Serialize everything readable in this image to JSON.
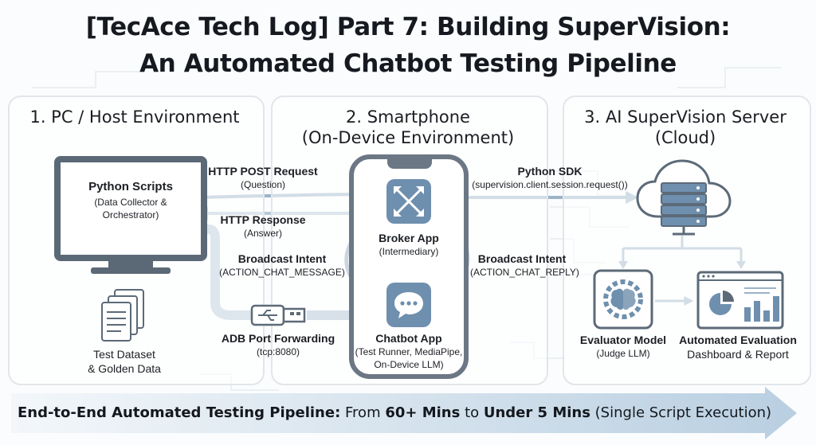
{
  "title": {
    "line1": "[TecAce Tech Log] Part 7: Building SuperVision:",
    "line2": "An Automated Chatbot Testing Pipeline"
  },
  "panels": {
    "pc": {
      "title": "1. PC / Host Environment"
    },
    "phone": {
      "title_line1": "2. Smartphone",
      "title_line2": "(On-Device Environment)"
    },
    "cloud": {
      "title_line1": "3. AI SuperVision Server",
      "title_line2": "(Cloud)"
    }
  },
  "pc": {
    "scripts_title": "Python Scripts",
    "scripts_sub1": "(Data Collector &",
    "scripts_sub2": "Orchestrator)",
    "dataset_line1": "Test Dataset",
    "dataset_line2": "& Golden Data"
  },
  "phone": {
    "broker_title": "Broker App",
    "broker_sub": "(Intermediary)",
    "chatbot_title": "Chatbot App",
    "chatbot_sub1": "(Test Runner, MediaPipe,",
    "chatbot_sub2": "On-Device LLM)"
  },
  "arrows": {
    "http_post_title": "HTTP POST Request",
    "http_post_sub": "(Question)",
    "http_resp_title": "HTTP Response",
    "http_resp_sub": "(Answer)",
    "bcast_left_title": "Broadcast Intent",
    "bcast_left_sub": "(ACTION_CHAT_MESSAGE)",
    "adb_title": "ADB Port Forwarding",
    "adb_sub": "(tcp:8080)",
    "sdk_title": "Python SDK",
    "sdk_sub": "(supervision.client.session.request())",
    "bcast_right_title": "Broadcast Intent",
    "bcast_right_sub": "(ACTION_CHAT_REPLY)"
  },
  "cloud": {
    "evaluator_title": "Evaluator Model",
    "evaluator_sub": "(Judge LLM)",
    "dashboard_title": "Automated Evaluation",
    "dashboard_sub": "Dashboard & Report"
  },
  "banner": {
    "bold_prefix": "End-to-End Automated Testing Pipeline:",
    "from_text": " From ",
    "from_value": "60+ Mins",
    "to_text": " to ",
    "to_value": "Under 5 Mins",
    "suffix": " (Single Script Execution)"
  },
  "colors": {
    "accent": "#6f8fae",
    "arrow": "#9cb3c8",
    "banner": "#dfe9f2",
    "icon_dark": "#5c6a78"
  }
}
